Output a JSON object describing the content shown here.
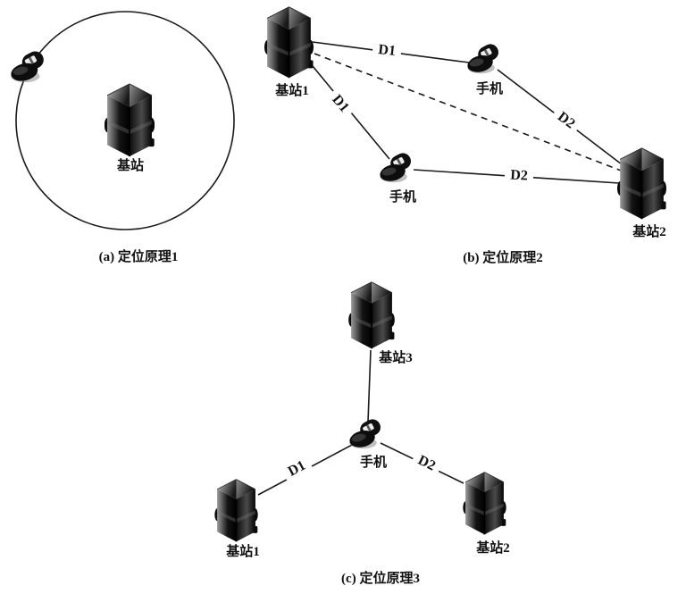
{
  "figure": {
    "description": "Mobile positioning principles diagram with base stations and mobile phones",
    "colors": {
      "background": "#ffffff",
      "line": "#1a1a1a",
      "text": "#111111"
    },
    "icons": {
      "station": "base-station-tower-icon",
      "phone": "mobile-phone-icon",
      "circle": "range-circle"
    }
  },
  "panel_a": {
    "caption": "(a) 定位原理1",
    "station_label": "基站"
  },
  "panel_b": {
    "caption": "(b) 定位原理2",
    "station1_label": "基站1",
    "station2_label": "基站2",
    "phone_top_label": "手机",
    "phone_bottom_label": "手机",
    "d1_top_label": "D1",
    "d1_left_label": "D1",
    "d2_right_label": "D2",
    "d2_bottom_label": "D2"
  },
  "panel_c": {
    "caption": "(c) 定位原理3",
    "station1_label": "基站1",
    "station2_label": "基站2",
    "station3_label": "基站3",
    "phone_label": "手机",
    "d1_label": "D1",
    "d2_label": "D2"
  }
}
